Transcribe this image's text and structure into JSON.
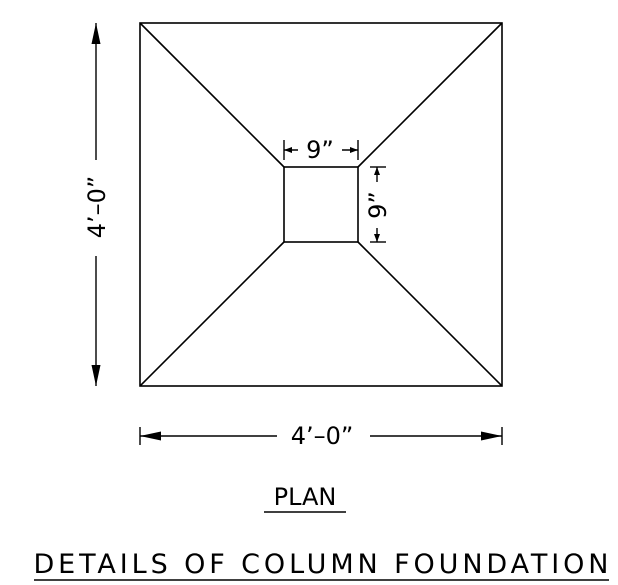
{
  "drawing": {
    "outer_dim_vertical": "4’–0”",
    "outer_dim_horizontal": "4’–0”",
    "column_dim_horizontal": "9”",
    "column_dim_vertical": "9”",
    "view_title": "PLAN",
    "drawing_title": "DETAILS OF COLUMN FOUNDATION"
  },
  "colors": {
    "line": "#000000",
    "background": "#ffffff"
  }
}
